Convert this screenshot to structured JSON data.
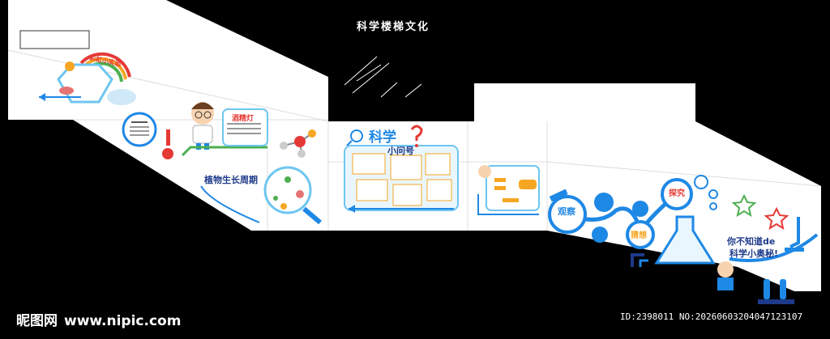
{
  "page": {
    "title": "科学楼梯文化"
  },
  "panels": {
    "alcohol_lamp_label": "酒精灯",
    "plant_cycle_label": "植物生长周期",
    "science_title": "科学",
    "science_subtitle": "小问号",
    "observe_label": "观察",
    "explore_label": "探究",
    "guess_label": "猜想",
    "slogan_line1": "你不知道de",
    "slogan_line2": "科学小奥秘!",
    "rainbow_label": "彩虹小实验"
  },
  "watermark": {
    "logo": "昵图网",
    "url": "www.nipic.com",
    "id_text": "ID:2398011 NO:20260603204047123107"
  },
  "colors": {
    "accent_blue": "#1e88e5",
    "light_blue": "#6ec6f0",
    "green": "#4caf50",
    "red": "#e53935",
    "orange": "#f5a623",
    "purple": "#3a2a8c"
  }
}
